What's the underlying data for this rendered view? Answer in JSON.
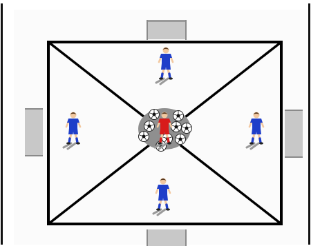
{
  "diagram": {
    "type": "football-drill",
    "field": {
      "shape": "rectangle",
      "diagonals": true
    },
    "goals": [
      "top",
      "bottom",
      "left",
      "right"
    ],
    "defenders": {
      "count": 4,
      "kit_color": "blue",
      "positions": [
        "top",
        "bottom",
        "left",
        "right"
      ]
    },
    "attacker": {
      "count": 1,
      "kit_color": "red",
      "position": "center"
    },
    "center_zone": {
      "shape": "ellipse",
      "ball_count": 9
    }
  },
  "colors": {
    "field_lines": "#000000",
    "goal": "#b8b8b8",
    "center_zone": "#8f8f8f",
    "defender_kit": "#1f3ec9",
    "attacker_kit": "#d81b1b"
  }
}
